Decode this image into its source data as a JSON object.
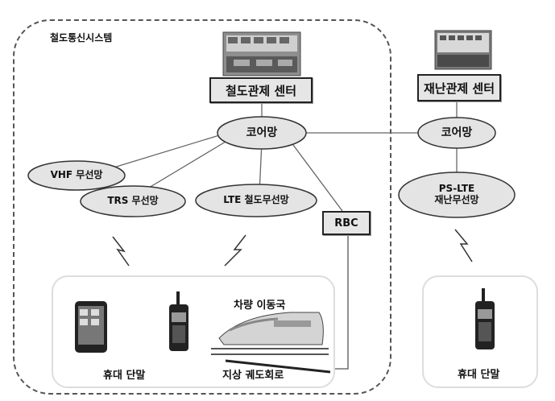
{
  "system_label": "철도통신시스템",
  "rail_control_center": "철도관제 센터",
  "disaster_control_center": "재난관제 센터",
  "core_network_left": "코어망",
  "core_network_right": "코어망",
  "vhf_network": "VHF 무선망",
  "trs_network": "TRS 무선망",
  "lte_rail_network": "LTE 철도무선망",
  "rbc": "RBC",
  "pslte_line1": "PS-LTE",
  "pslte_line2": "재난무선망",
  "train_station_label": "차량 이동국",
  "handset_left": "휴대 단말",
  "track_circuit": "지상 궤도회로",
  "handset_right": "휴대 단말"
}
